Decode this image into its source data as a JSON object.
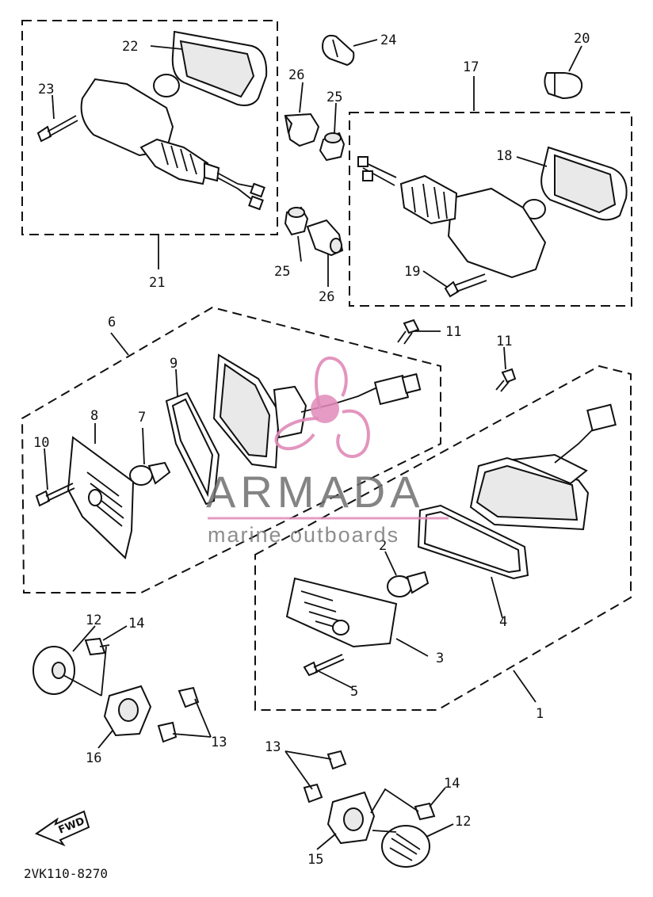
{
  "diagram": {
    "labels": [
      "1",
      "2",
      "3",
      "4",
      "5",
      "6",
      "7",
      "8",
      "9",
      "10",
      "11",
      "11",
      "12",
      "12",
      "13",
      "13",
      "14",
      "14",
      "15",
      "16",
      "17",
      "18",
      "19",
      "20",
      "21",
      "22",
      "23",
      "24",
      "25",
      "25",
      "26",
      "26"
    ],
    "drawing_code": "2VK110-8270",
    "direction_label": "FWD"
  },
  "watermark": {
    "brand": "ARMADA",
    "tagline": "marine outboards",
    "accent_color": "#e08ab8"
  }
}
